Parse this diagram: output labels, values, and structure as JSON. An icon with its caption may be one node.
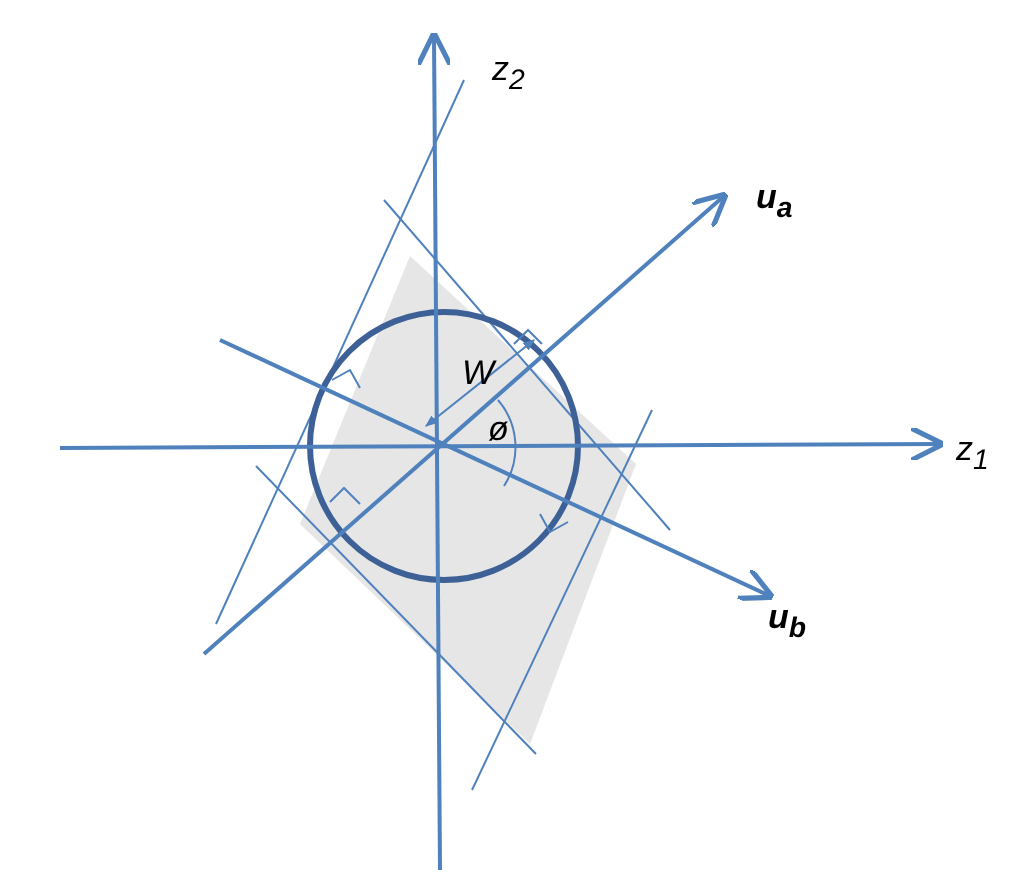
{
  "diagram": {
    "labels": [
      "z$_{2}$",
      "u$_{a}$",
      "W",
      "ø",
      "z$_{1}$",
      "u$_{b}$"
    ]
  }
}
